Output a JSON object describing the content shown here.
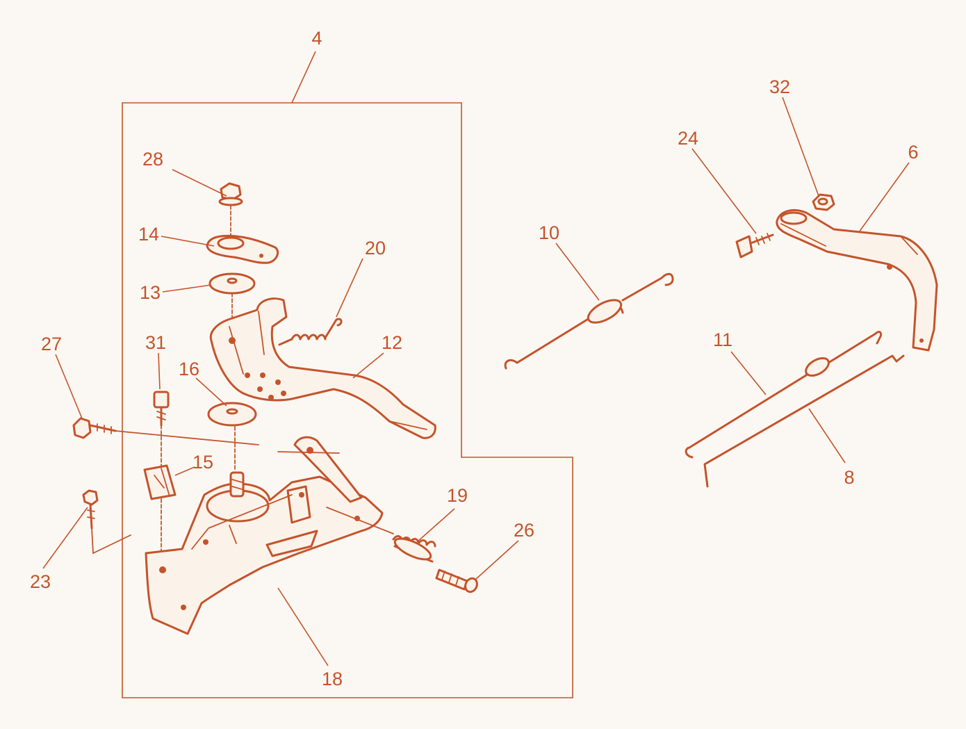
{
  "colors": {
    "ink": "#c5532b",
    "paper": "#fbf8f3"
  },
  "callouts": [
    {
      "id": "4",
      "text": "4"
    },
    {
      "id": "6",
      "text": "6"
    },
    {
      "id": "8",
      "text": "8"
    },
    {
      "id": "10",
      "text": "10"
    },
    {
      "id": "11",
      "text": "11"
    },
    {
      "id": "12",
      "text": "12"
    },
    {
      "id": "13",
      "text": "13"
    },
    {
      "id": "14",
      "text": "14"
    },
    {
      "id": "15",
      "text": "15"
    },
    {
      "id": "16",
      "text": "16"
    },
    {
      "id": "18",
      "text": "18"
    },
    {
      "id": "19",
      "text": "19"
    },
    {
      "id": "20",
      "text": "20"
    },
    {
      "id": "23",
      "text": "23"
    },
    {
      "id": "24",
      "text": "24"
    },
    {
      "id": "26",
      "text": "26"
    },
    {
      "id": "27",
      "text": "27"
    },
    {
      "id": "28",
      "text": "28"
    },
    {
      "id": "31",
      "text": "31"
    },
    {
      "id": "32",
      "text": "32"
    }
  ]
}
